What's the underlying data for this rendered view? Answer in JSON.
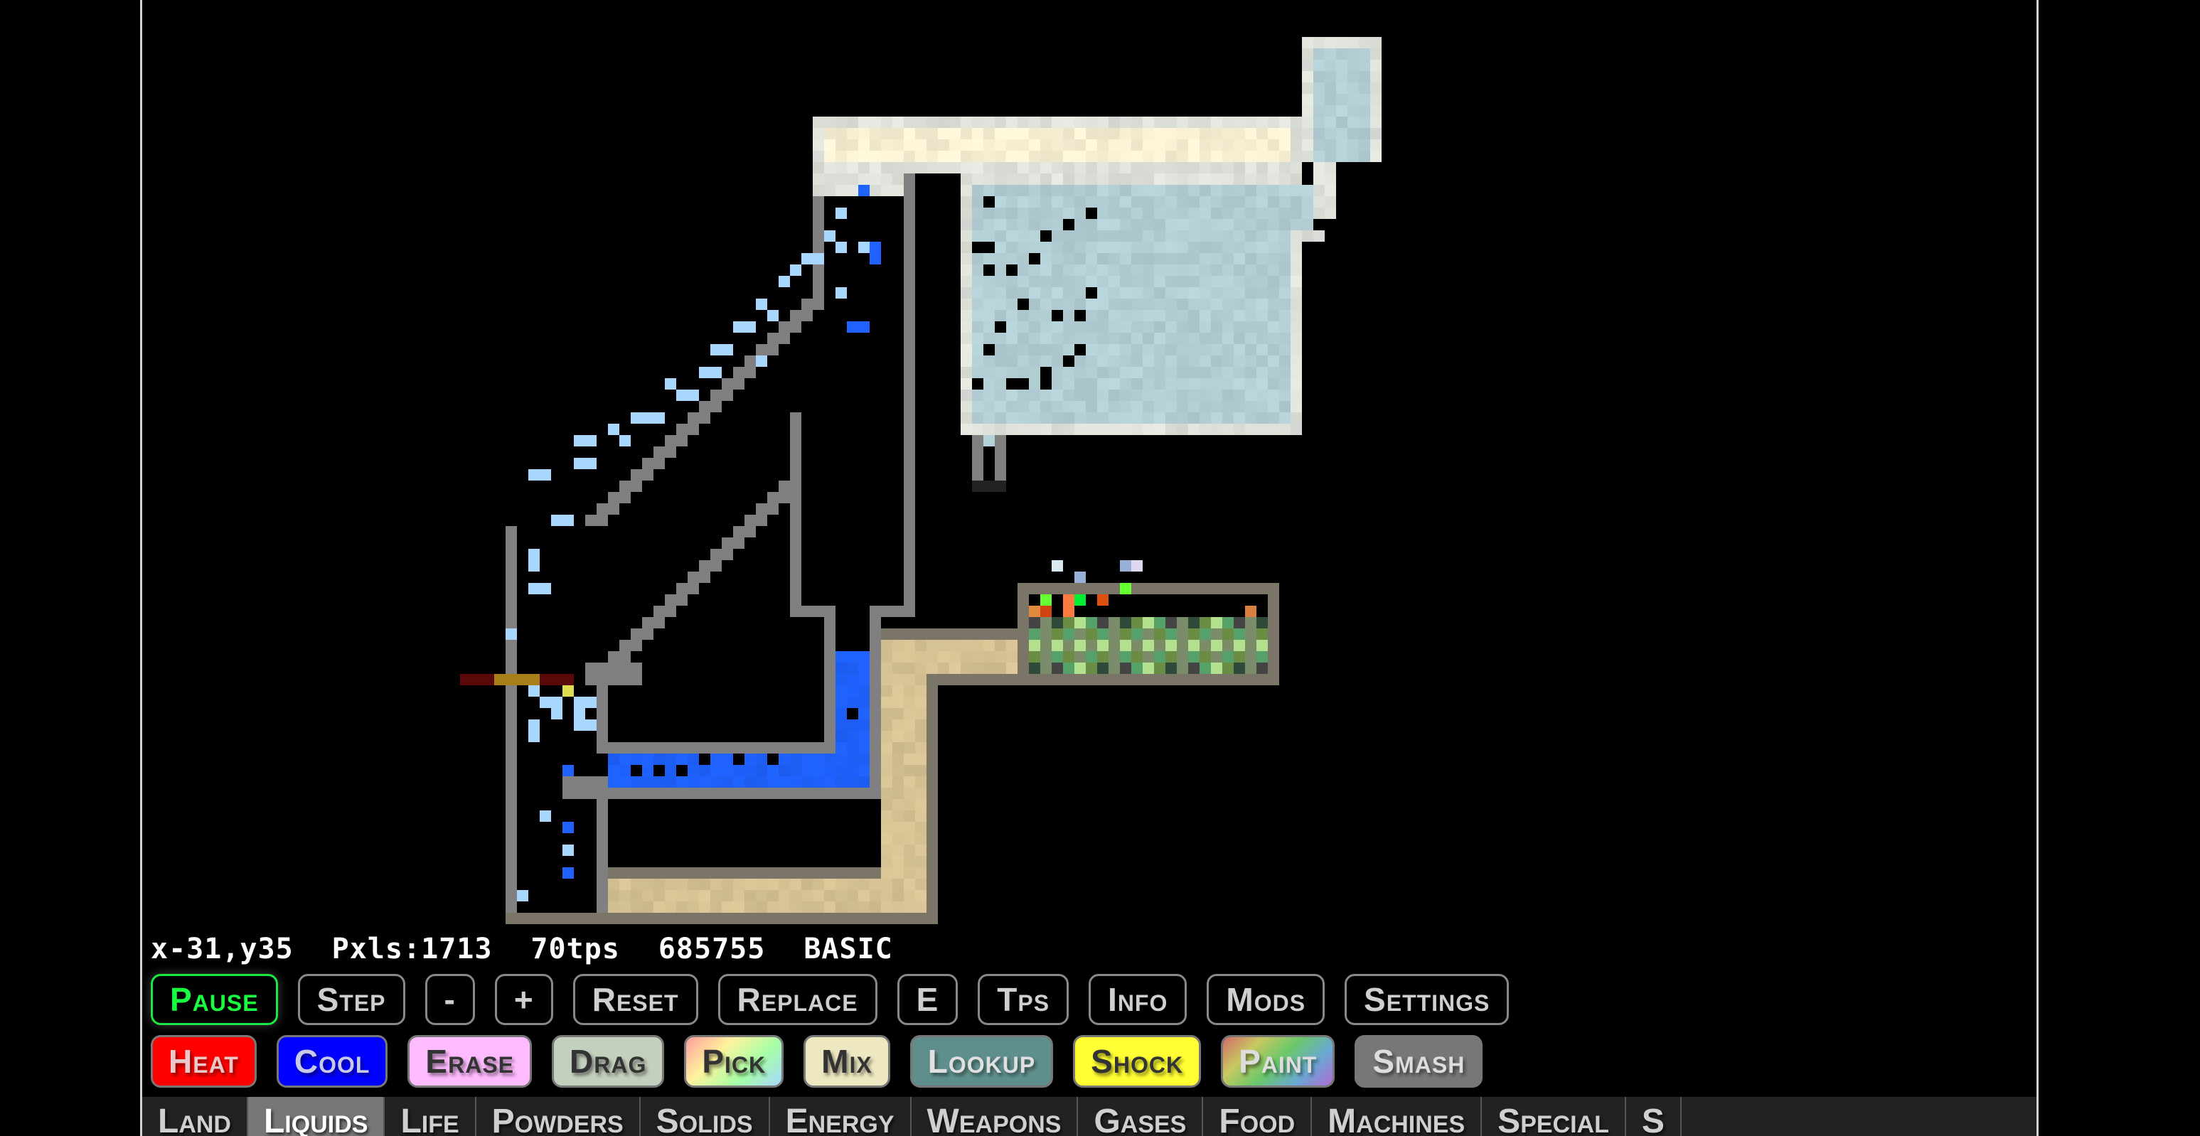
{
  "status": {
    "coords": "x-31,y35",
    "pixels": "Pxls:1713",
    "tps": "70tps",
    "tick": "685755",
    "mode": "BASIC"
  },
  "controls": [
    {
      "id": "pause",
      "label": "Pause",
      "color": "#18ff40"
    },
    {
      "id": "step",
      "label": "Step"
    },
    {
      "id": "minus",
      "label": "-"
    },
    {
      "id": "plus",
      "label": "+"
    },
    {
      "id": "reset",
      "label": "Reset"
    },
    {
      "id": "replace",
      "label": "Replace"
    },
    {
      "id": "e",
      "label": "E"
    },
    {
      "id": "tps",
      "label": "Tps"
    },
    {
      "id": "info",
      "label": "Info"
    },
    {
      "id": "mods",
      "label": "Mods"
    },
    {
      "id": "settings",
      "label": "Settings"
    }
  ],
  "tools": [
    {
      "id": "heat",
      "label": "Heat",
      "bg": "#ff0000",
      "fg": "#e8c8c8"
    },
    {
      "id": "cool",
      "label": "Cool",
      "bg": "#0000ff",
      "fg": "#c8c8e8"
    },
    {
      "id": "erase",
      "label": "Erase",
      "bg": "#ffbbff",
      "fg": "#333333"
    },
    {
      "id": "drag",
      "label": "Drag",
      "bg": "#c4d0be",
      "fg": "#333333"
    },
    {
      "id": "pick",
      "label": "Pick",
      "bg": "linear-gradient(135deg,#ff9d9d,#fff29d,#a6ffa6,#a6d8ff)",
      "fg": "#333333"
    },
    {
      "id": "mix",
      "label": "Mix",
      "bg": "#eee8c0",
      "fg": "#333333"
    },
    {
      "id": "lookup",
      "label": "Lookup",
      "bg": "#5f8f8c",
      "fg": "#e0e0e0"
    },
    {
      "id": "shock",
      "label": "Shock",
      "bg": "#ffff33",
      "fg": "#333333"
    },
    {
      "id": "paint",
      "label": "Paint",
      "bg": "linear-gradient(135deg,#d46a6a,#c8c860,#6ac86a,#6aa8d4,#b06ad4)",
      "fg": "#dddddd"
    },
    {
      "id": "smash",
      "label": "Smash",
      "bg": "#777777",
      "fg": "#dddddd"
    }
  ],
  "categories": [
    {
      "id": "land",
      "label": "Land",
      "active": false
    },
    {
      "id": "liquids",
      "label": "Liquids",
      "active": true
    },
    {
      "id": "life",
      "label": "Life",
      "active": false
    },
    {
      "id": "powders",
      "label": "Powders",
      "active": false
    },
    {
      "id": "solids",
      "label": "Solids",
      "active": false
    },
    {
      "id": "energy",
      "label": "Energy",
      "active": false
    },
    {
      "id": "weapons",
      "label": "Weapons",
      "active": false
    },
    {
      "id": "gases",
      "label": "Gases",
      "active": false
    },
    {
      "id": "food",
      "label": "Food",
      "active": false
    },
    {
      "id": "machines",
      "label": "Machines",
      "active": false
    },
    {
      "id": "special",
      "label": "Special",
      "active": false
    },
    {
      "id": "states",
      "label": "S",
      "active": false
    }
  ],
  "colors": {
    "wall": "#808080",
    "sand": "#d9c595",
    "ice": "#b5d2d8",
    "snow": "#e3e5df",
    "cream": "#fdf3d6",
    "water": "#1f62ff",
    "water_light": "#a8d6ff",
    "brick": "#7a7566",
    "grass_dark": "#2f4a38",
    "grass_mid": "#6b8c45",
    "grass_light": "#b3e08d",
    "ember": "#5a0808",
    "fuse": "#a8801a"
  }
}
